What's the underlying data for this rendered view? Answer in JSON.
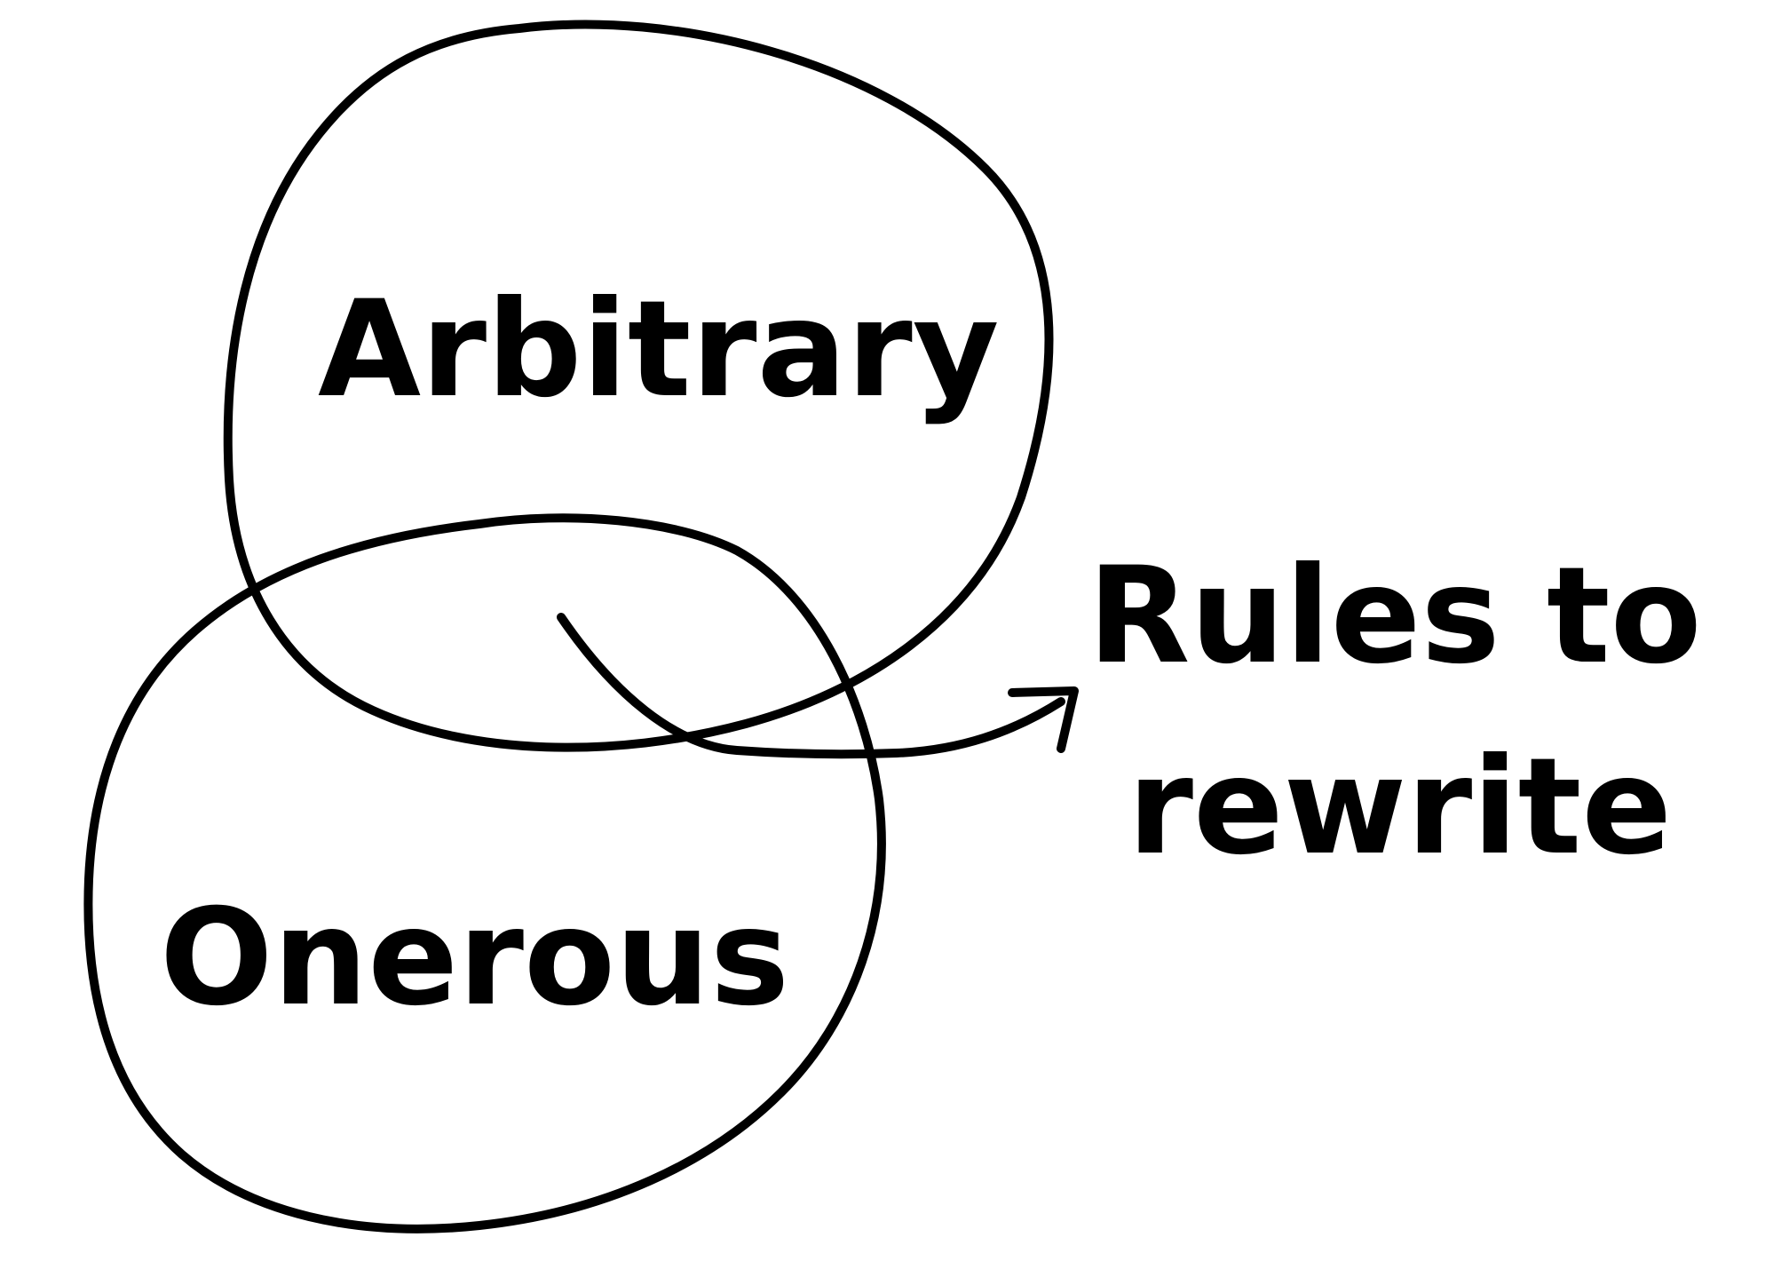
{
  "diagram": {
    "type": "venn",
    "circles": [
      {
        "label": "Arbitrary"
      },
      {
        "label": "Onerous"
      }
    ],
    "callout": {
      "line1": "Rules to",
      "line2": "rewrite"
    },
    "ink_color": "#000000",
    "background_color": "#ffffff"
  }
}
